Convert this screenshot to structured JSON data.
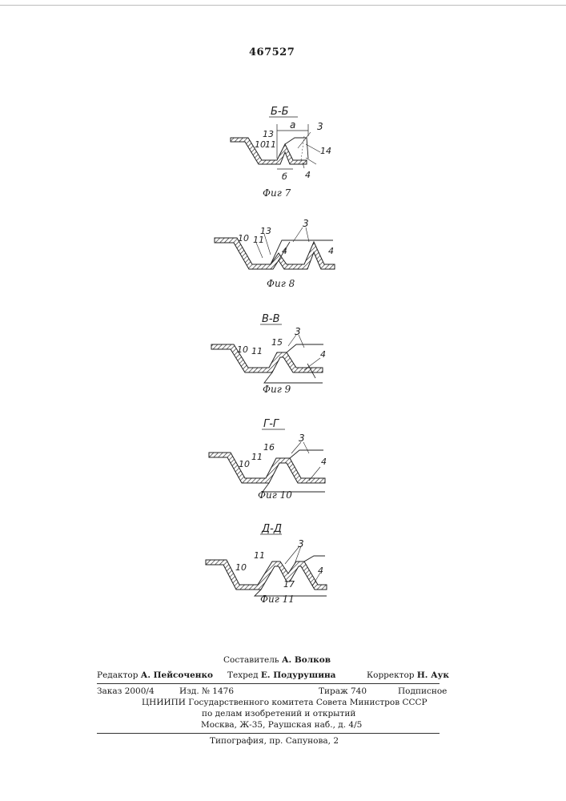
{
  "patent_number": "467527",
  "figures": [
    {
      "section": "Б-Б",
      "caption": "Фиг 7",
      "labels": [
        "13",
        "10",
        "11",
        "а",
        "3",
        "14",
        "б",
        "4"
      ]
    },
    {
      "section": "",
      "caption": "Фиг 8",
      "labels": [
        "13",
        "10",
        "11",
        "3",
        "4",
        "4"
      ]
    },
    {
      "section": "В-В",
      "caption": "Фиг 9",
      "labels": [
        "10",
        "11",
        "15",
        "3",
        "4"
      ]
    },
    {
      "section": "Г-Г",
      "caption": "Фиг 10",
      "labels": [
        "10",
        "11",
        "16",
        "3",
        "4"
      ]
    },
    {
      "section": "Д-Д",
      "caption": "Фиг 11",
      "labels": [
        "10",
        "11",
        "3",
        "17",
        "4"
      ]
    }
  ],
  "imprint": {
    "compiler": {
      "label": "Составитель",
      "name": "А. Волков"
    },
    "editor": {
      "label": "Редактор",
      "name": "А. Пейсоченко"
    },
    "tech_editor": {
      "label": "Техред",
      "name": "Е. Подурушина"
    },
    "proofreader": {
      "label": "Корректор",
      "name": "Н. Аук"
    },
    "order": "Заказ 2000/4",
    "edition": "Изд. № 1476",
    "print_run": "Тираж 740",
    "subscription": "Подписное",
    "org_line1": "ЦНИИПИ Государственного комитета Совета Министров СССР",
    "org_line2": "по делам изобретений и открытий",
    "address": "Москва, Ж-35, Раушская наб., д. 4/5",
    "printer": "Типография, пр. Сапунова, 2"
  }
}
